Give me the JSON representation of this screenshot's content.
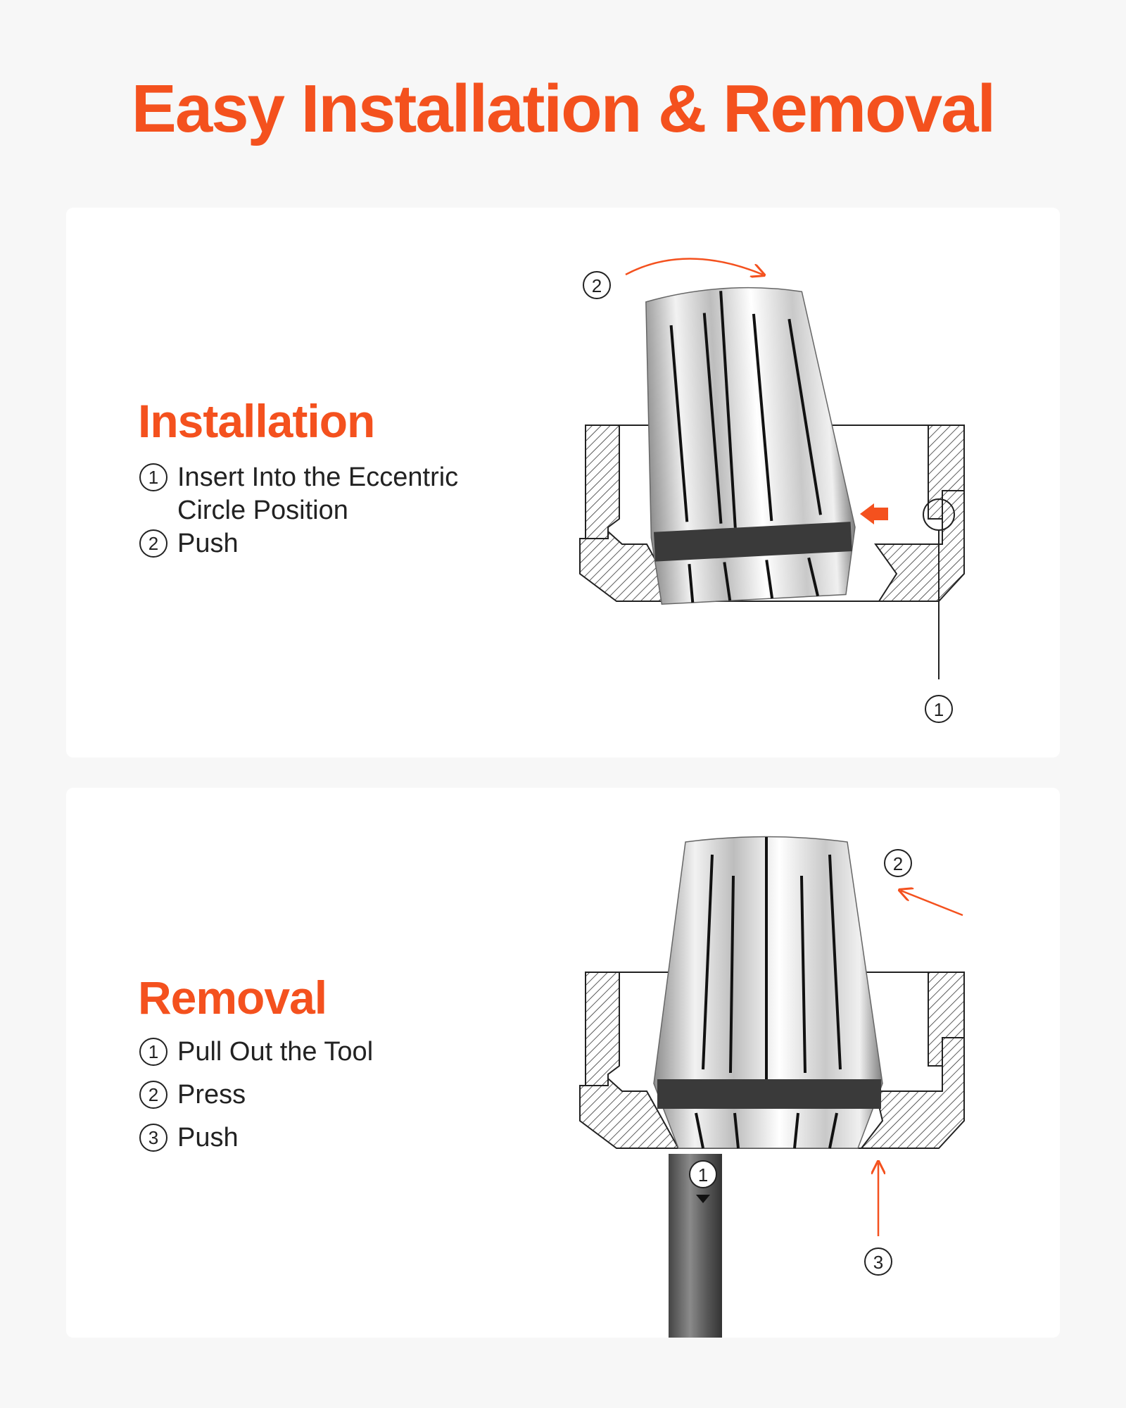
{
  "title": "Easy Installation & Removal",
  "colors": {
    "accent": "#f4511e",
    "card": "#ffffff",
    "background": "#f7f7f7"
  },
  "installation": {
    "heading": "Installation",
    "steps": [
      {
        "number": "1",
        "text": "Insert Into the Eccentric Circle Position"
      },
      {
        "number": "2",
        "text": "Push"
      }
    ],
    "diagram_callouts": [
      "1",
      "2"
    ]
  },
  "removal": {
    "heading": "Removal",
    "steps": [
      {
        "number": "1",
        "text": "Pull Out the Tool"
      },
      {
        "number": "2",
        "text": "Press"
      },
      {
        "number": "3",
        "text": "Push"
      }
    ],
    "diagram_callouts": [
      "1",
      "2",
      "3"
    ]
  }
}
